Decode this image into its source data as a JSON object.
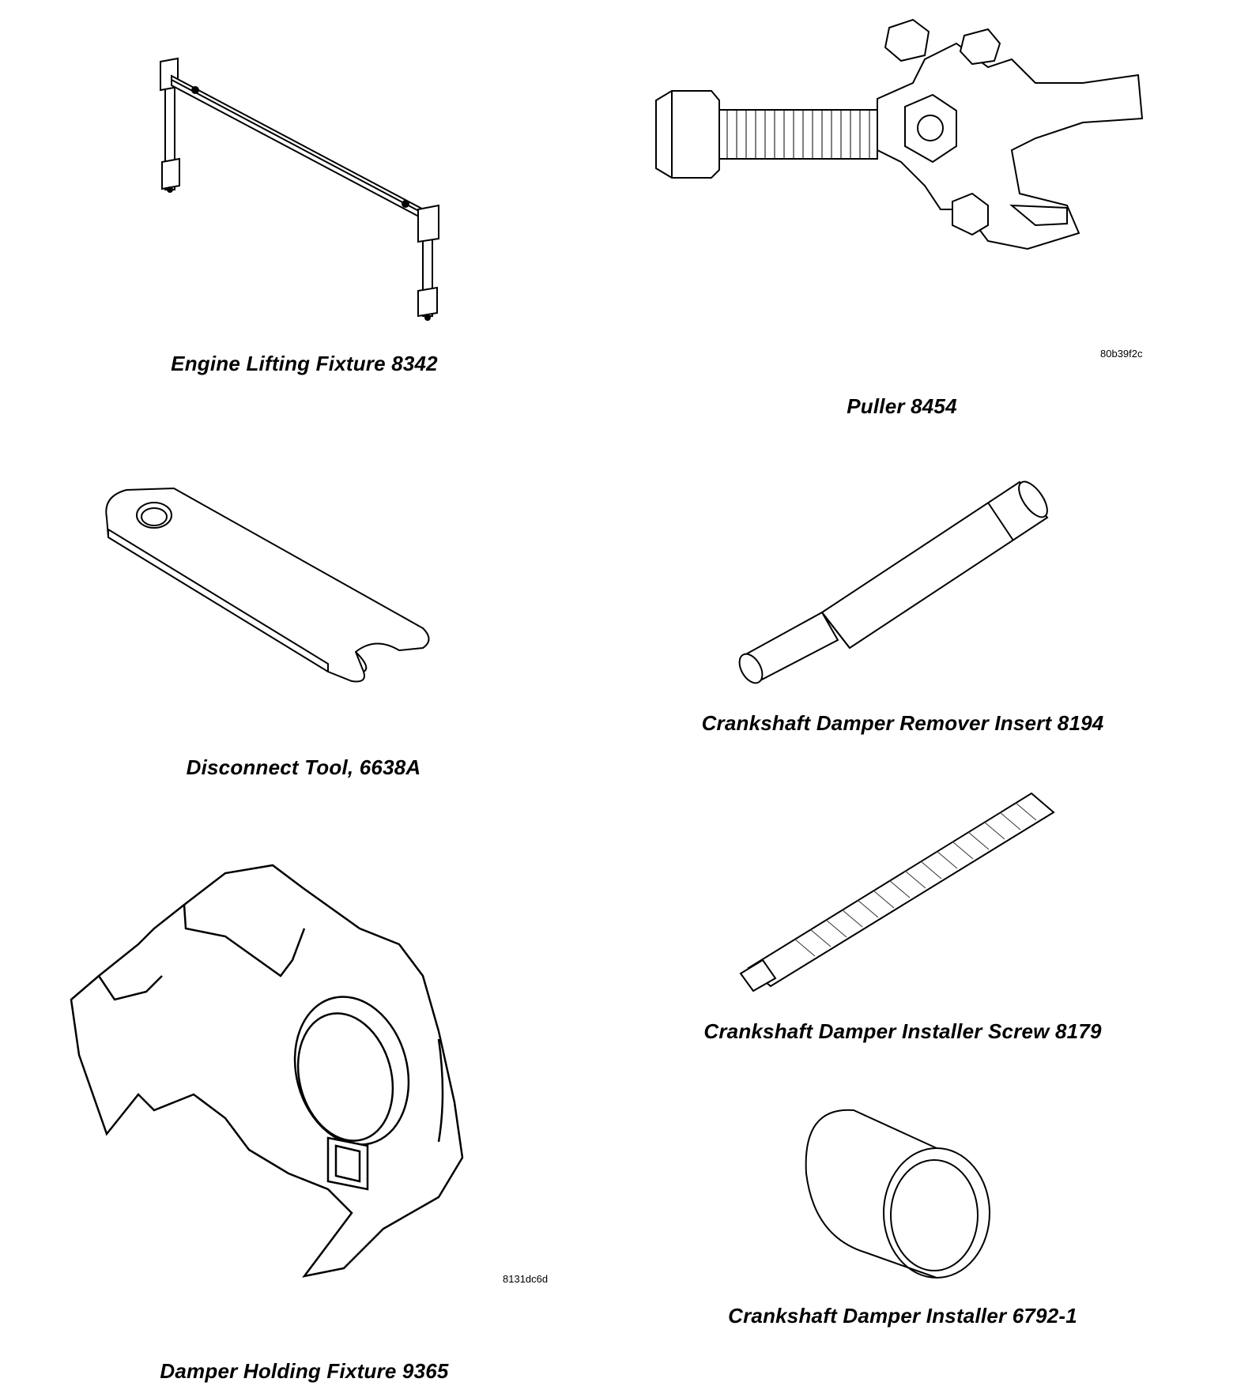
{
  "tools": [
    {
      "name": "Engine Lifting Fixture 8342"
    },
    {
      "name": "Puller 8454"
    },
    {
      "name": "Disconnect Tool, 6638A"
    },
    {
      "name": "Crankshaft Damper Remover Insert 8194"
    },
    {
      "name": "Crankshaft Damper Installer Screw 8179"
    },
    {
      "name": "Damper Holding Fixture 9365"
    },
    {
      "name": "Crankshaft Damper Installer 6792-1"
    }
  ],
  "figure_ids": [
    "80b39f2c",
    "8131dc6d"
  ]
}
